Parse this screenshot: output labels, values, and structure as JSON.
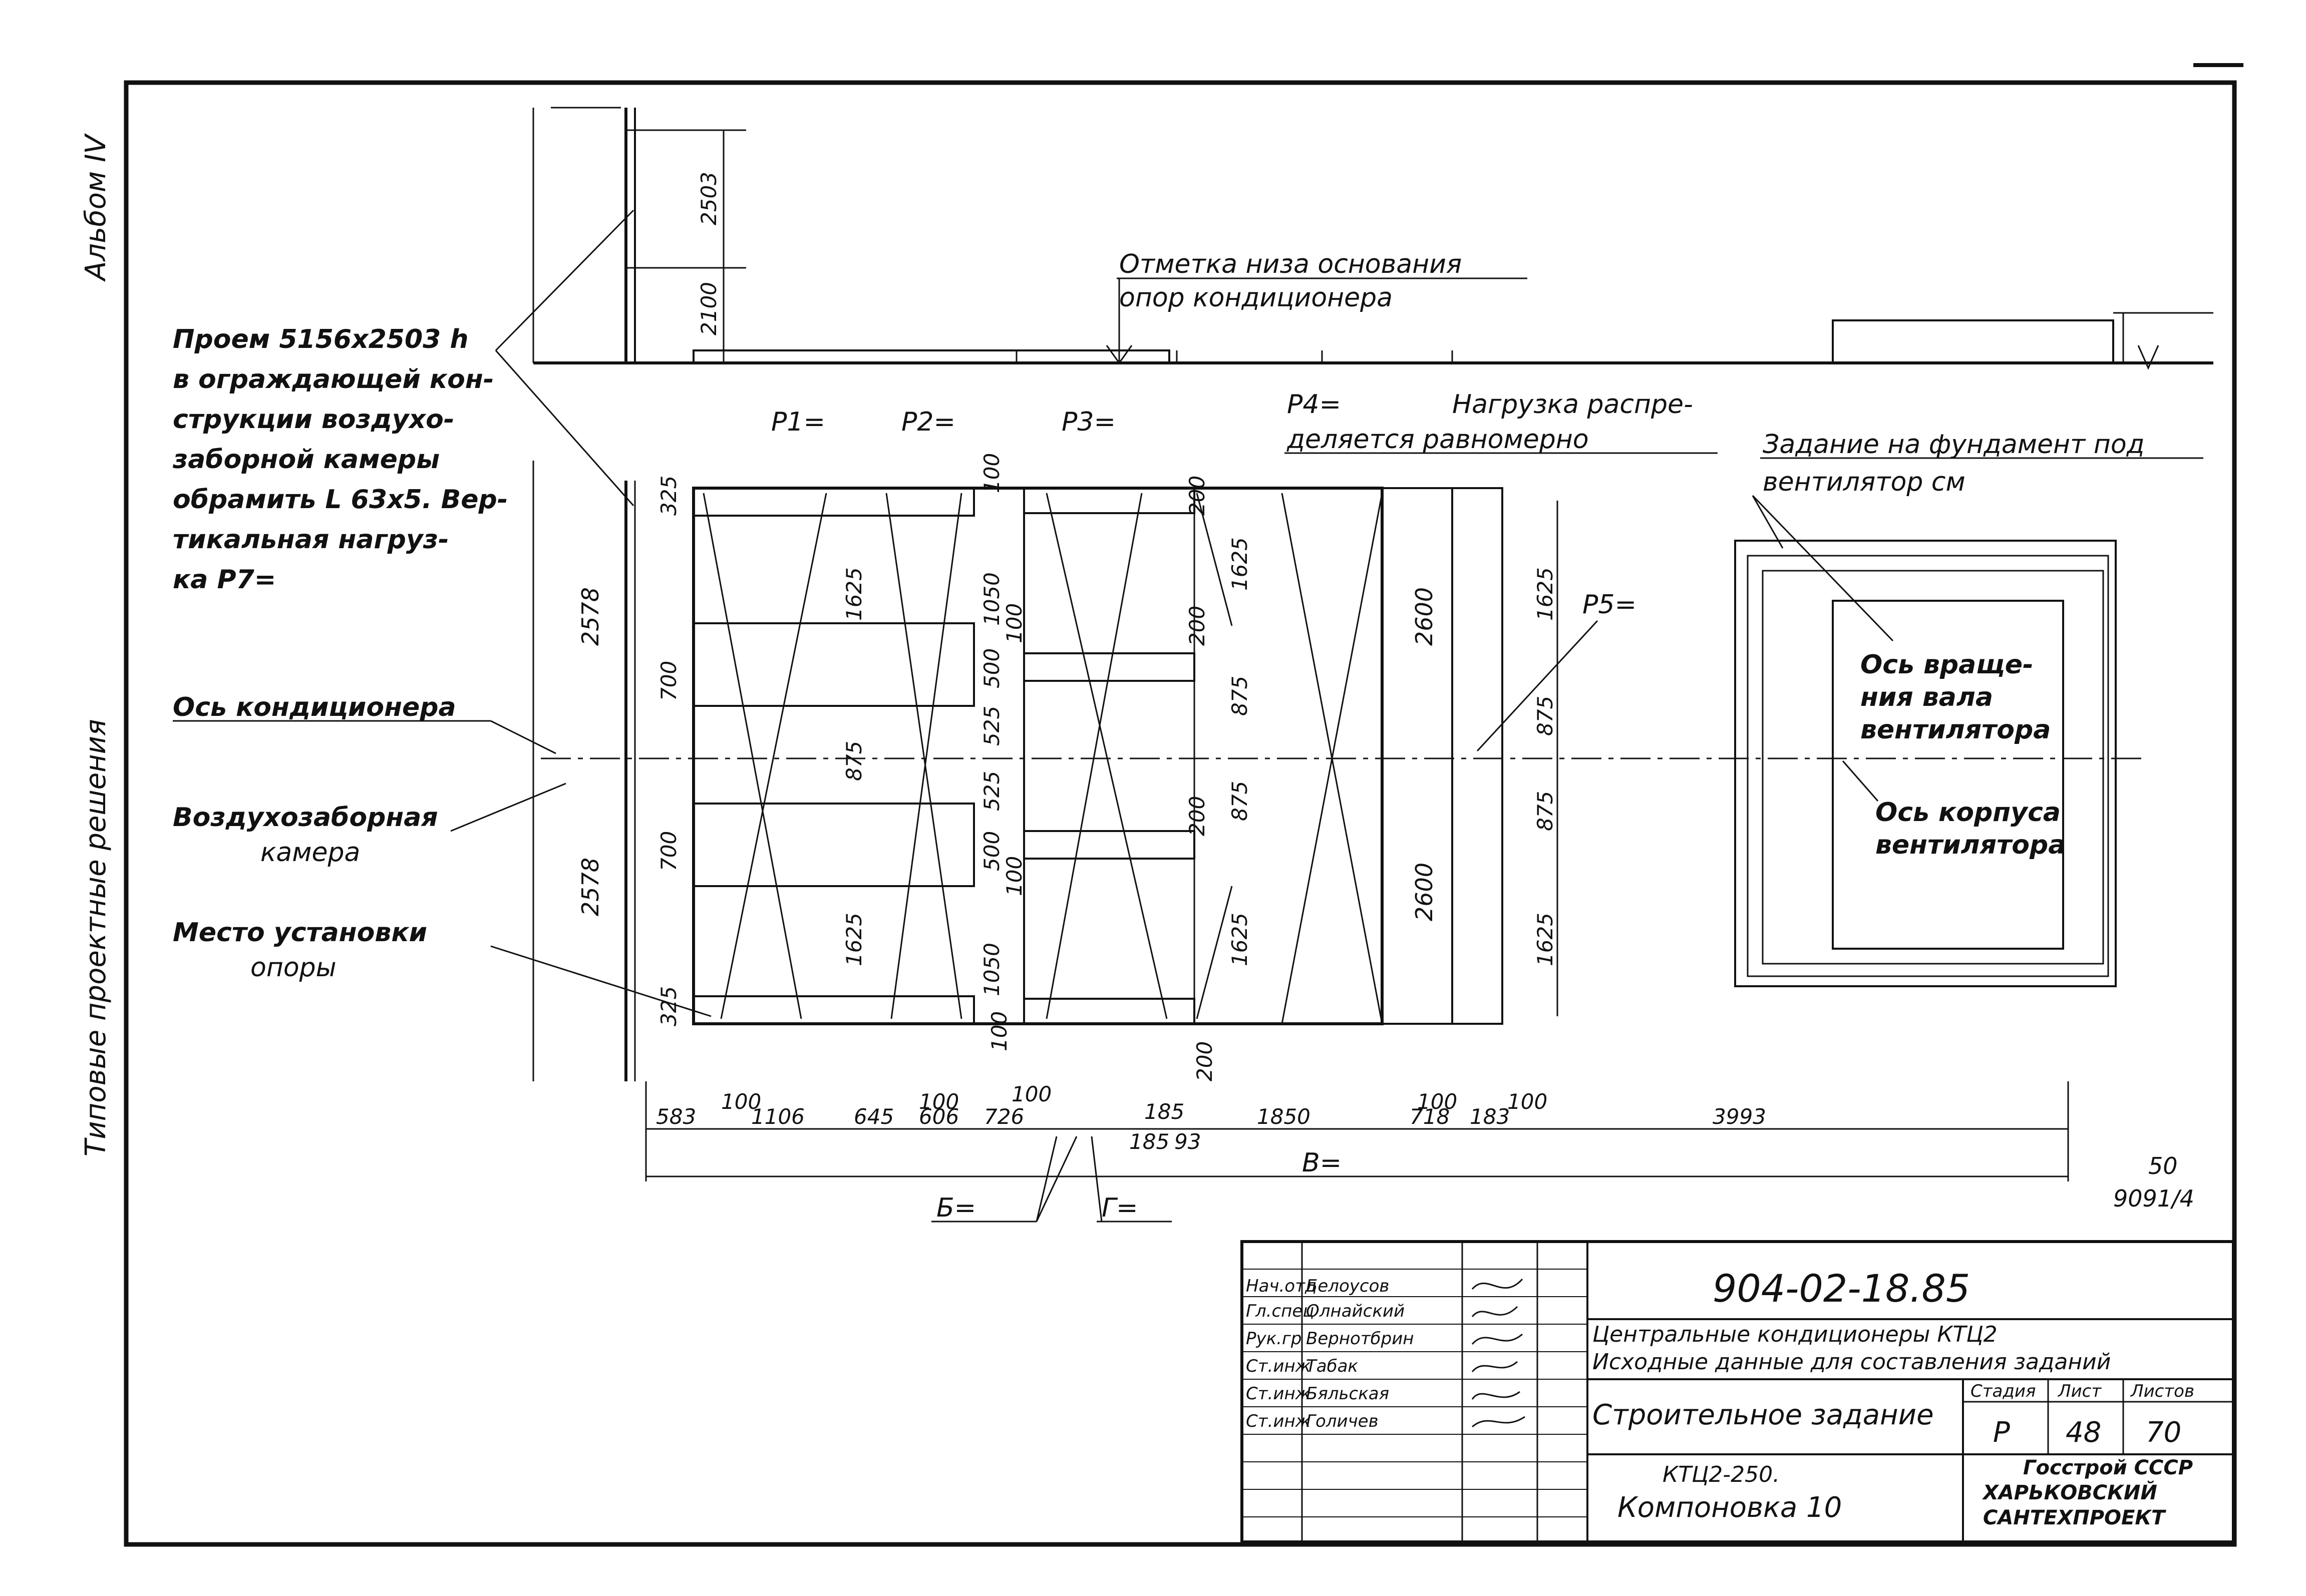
{
  "margin": {
    "album": "Альбом IV",
    "series": "Типовые проектные решения"
  },
  "notes": {
    "elevation": [
      "Отметка низа основания",
      "опор кондиционера"
    ],
    "opening": [
      "Проем 5156х2503 h",
      "в ограждающей кон-",
      "струкции воздухо-",
      "заборной камеры",
      "обрамить L 63х5. Вер-",
      "тикальная нагруз-",
      "ка Р7="
    ],
    "ac_axis": "Ось кондиционера",
    "air_chamber": [
      "Воздухозаборная",
      "камера"
    ],
    "support_place": [
      "Место установки",
      "опоры"
    ],
    "p1": "Р1=",
    "p2": "Р2=",
    "p3": "Р3=",
    "p4": "Р4=",
    "p4_text": [
      "Нагрузка распре-",
      "деляется равномерно"
    ],
    "p5": "Р5=",
    "fan_task": [
      "Задание на фундамент под",
      "вентилятор см"
    ],
    "fan_shaft_axis": [
      "Ось враще-",
      "ния вала",
      "вентилятора"
    ],
    "fan_body_axis": [
      "Ось корпуса",
      "вентилятора"
    ],
    "b_eq": "Б=",
    "g_eq": "Г=",
    "v_eq": "В=",
    "sheet_code": [
      "50",
      "9091/4"
    ]
  },
  "dims": {
    "top": [
      "2503",
      "2100"
    ],
    "left": [
      "2578",
      "2578",
      "325",
      "325",
      "700",
      "700"
    ],
    "col1": [
      "1625",
      "875",
      "1625",
      "100",
      "100"
    ],
    "col2": [
      "100",
      "1050",
      "100",
      "500",
      "525",
      "525",
      "500",
      "100",
      "1050",
      "100",
      "100"
    ],
    "col3": [
      "200",
      "1625",
      "200",
      "875",
      "875",
      "200",
      "1625",
      "200"
    ],
    "col4": [
      "2600",
      "2600",
      "100",
      "100"
    ],
    "col5": [
      "1625",
      "875",
      "875",
      "1625"
    ],
    "bottom": [
      "583",
      "1106",
      "645",
      "606",
      "726",
      "185",
      "185",
      "93",
      "1850",
      "718",
      "183",
      "3993"
    ]
  },
  "title_block": {
    "roles": [
      "Нач.отд",
      "Гл.спец",
      "Рук.гр",
      "Ст.инж",
      "Ст.инж",
      "Ст.инж"
    ],
    "names": [
      "Белоусов",
      "Олнайский",
      "Вернотбрин",
      "Табак",
      "Бяльская",
      "Голичев"
    ],
    "doc_number": "904-02-18.85",
    "title_lines": [
      "Центральные кондиционеры КТЦ2",
      "Исходные данные для составления заданий"
    ],
    "subject": "Строительное задание",
    "stage_headers": [
      "Стадия",
      "Лист",
      "Листов"
    ],
    "stage_values": [
      "Р",
      "48",
      "70"
    ],
    "layout_title": [
      "КТЦ2-250.",
      "Компоновка 10"
    ],
    "org": [
      "Госстрой СССР",
      "ХАРЬКОВСКИЙ",
      "САНТЕХПРОЕКТ"
    ]
  }
}
